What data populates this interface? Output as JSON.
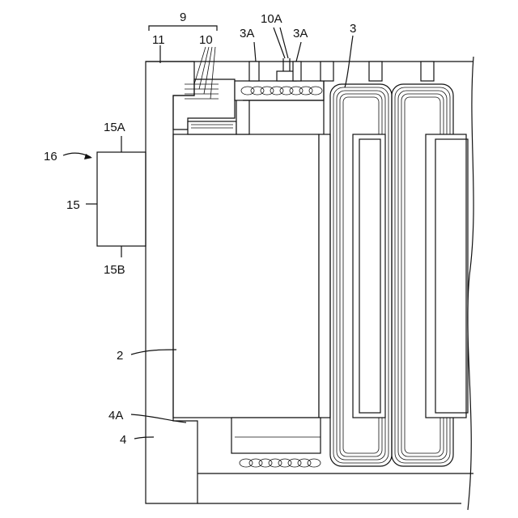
{
  "labels": {
    "l9": "9",
    "l11": "11",
    "l10": "10",
    "l10A": "10A",
    "l3A_left": "3A",
    "l3A_right": "3A",
    "l3": "3",
    "l15A": "15A",
    "l16": "16",
    "l15": "15",
    "l15B": "15B",
    "l2": "2",
    "l4A": "4A",
    "l4": "4"
  }
}
